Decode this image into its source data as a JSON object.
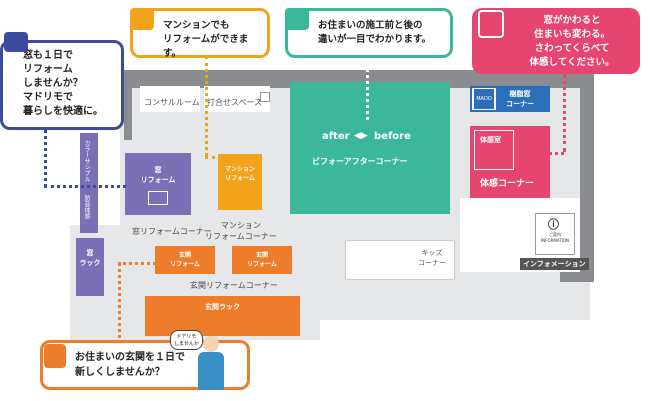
{
  "callouts": {
    "window": {
      "text": "窓も１日で\nリフォーム\nしませんか？\nマドリモで\n暮らしを快適に。",
      "color": "#3d4b9c"
    },
    "mansion": {
      "text": "マンションでも\nリフォームができます。",
      "color": "#f2a31b"
    },
    "before_after": {
      "text": "お住まいの施工前と後の\n違いが一目でわかります。",
      "color": "#3bb79b"
    },
    "taikan": {
      "text": "窓がかわると\n住まいも変わる。\nさわってくらべて\n体感してください。",
      "color": "#e6456f"
    },
    "genkan": {
      "text": "お住まいの玄関を１日で\n新しくしませんか？",
      "color": "#ee7d2b"
    }
  },
  "labels": {
    "consultation_room": "コンサルルーム",
    "meeting_space": "打合せスペース",
    "color_sample": "カラーサンプル",
    "bouhan": "防音体感",
    "mado_reform": "窓\nリフォーム",
    "mado_rack": "窓\nラック",
    "mado_corner": "窓リフォームコーナー",
    "mansion_reform": "マンション\nリフォーム",
    "mansion_corner": "マンション\nリフォームコーナー",
    "after": "after",
    "before": "before",
    "before_after_corner": "ビフォーアフターコーナー",
    "jushi_corner": "樹脂窓\nコーナー",
    "taikan_room": "体感室",
    "taikan_corner": "体感コーナー",
    "genkan_reform_1": "玄関\nリフォーム",
    "genkan_reform_2": "玄関\nリフォーム",
    "genkan_corner": "玄関リフォームコーナー",
    "genkan_rack": "玄関ラック",
    "kids_corner": "キッズ\nコーナー",
    "info_small": "ご案内\nINFORMATION",
    "info_corner": "インフォメーション",
    "mascot_speech": "ドアリモ\nしませんか"
  }
}
